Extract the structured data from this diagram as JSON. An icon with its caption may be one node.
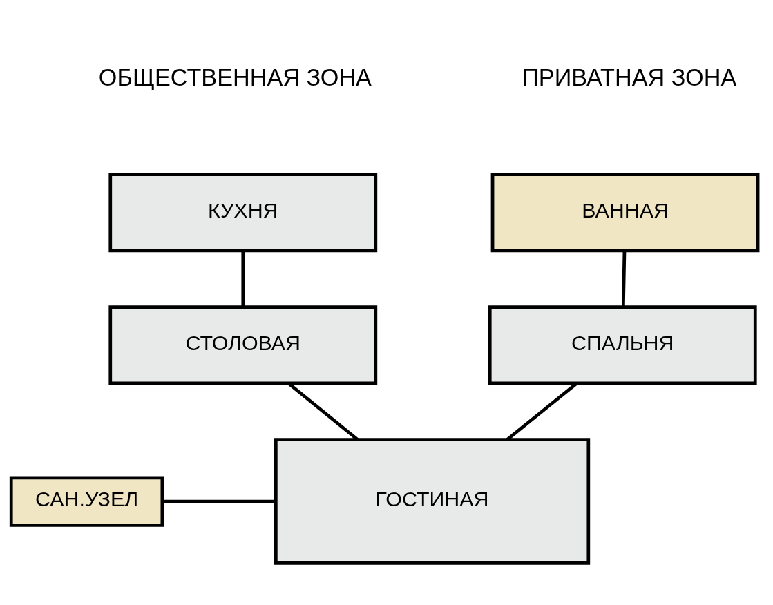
{
  "diagram": {
    "nodes": [
      {
        "text": [
          "КУХНЯ"
        ]
      },
      {
        "text": [
          "ВАННАЯ"
        ]
      },
      {
        "text": [
          "СТОЛОВАЯ"
        ]
      },
      {
        "text": [
          "СПАЛЬНЯ"
        ]
      },
      {
        "text": [
          "САН.УЗЕЛ"
        ]
      },
      {
        "text": [
          "ГОСТИНАЯ"
        ]
      }
    ],
    "edges": [
      {
        "from": 0,
        "to": 2,
        "arrow": "none"
      },
      {
        "from": 1,
        "to": 3,
        "arrow": "none"
      },
      {
        "from": 2,
        "to": 5,
        "arrow": "none"
      },
      {
        "from": 3,
        "to": 5,
        "arrow": "none"
      },
      {
        "from": 4,
        "to": 5,
        "arrow": "none"
      }
    ],
    "labels": [
      "ОБЩЕСТВЕННАЯ ЗОНА",
      "ПРИВАТНАЯ ЗОНА"
    ]
  }
}
